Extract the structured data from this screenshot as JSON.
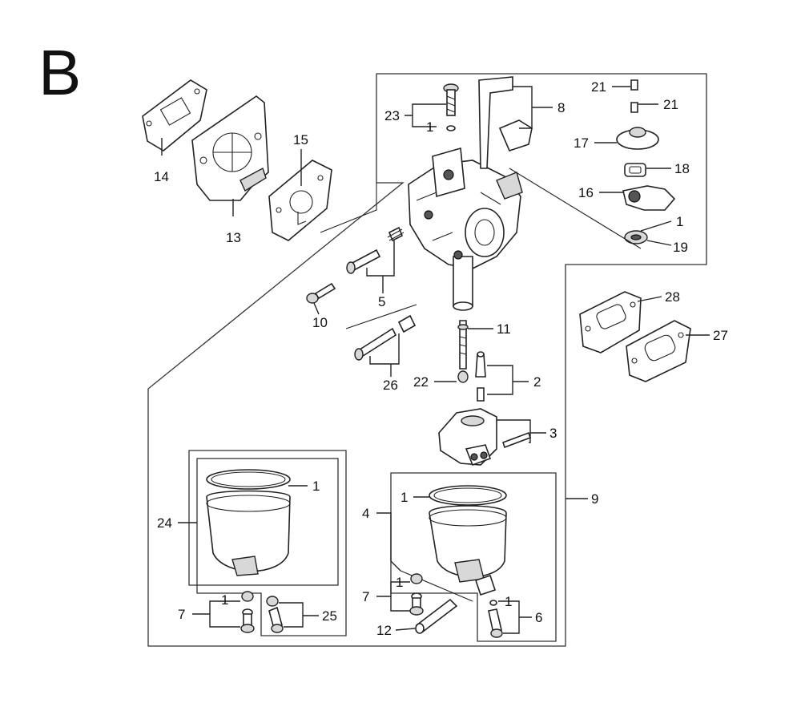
{
  "section_letter": "B",
  "callouts": {
    "p14": "14",
    "p13": "13",
    "p15": "15",
    "p23": "23",
    "p1_top": "1",
    "p8": "8",
    "p21a": "21",
    "p21b": "21",
    "p17": "17",
    "p18": "18",
    "p16": "16",
    "p1_right": "1",
    "p19": "19",
    "p5": "5",
    "p10": "10",
    "p11": "11",
    "p26": "26",
    "p22": "22",
    "p2": "2",
    "p28": "28",
    "p27": "27",
    "p3": "3",
    "p24": "24",
    "p1_leftbowl": "1",
    "p4": "4",
    "p1_rightbowl": "1",
    "p9": "9",
    "p7_left": "7",
    "p1_leftbolt": "1",
    "p25": "25",
    "p7_right": "7",
    "p1_rightbolt": "1",
    "p6": "6",
    "p1_drain": "1",
    "p12": "12"
  }
}
